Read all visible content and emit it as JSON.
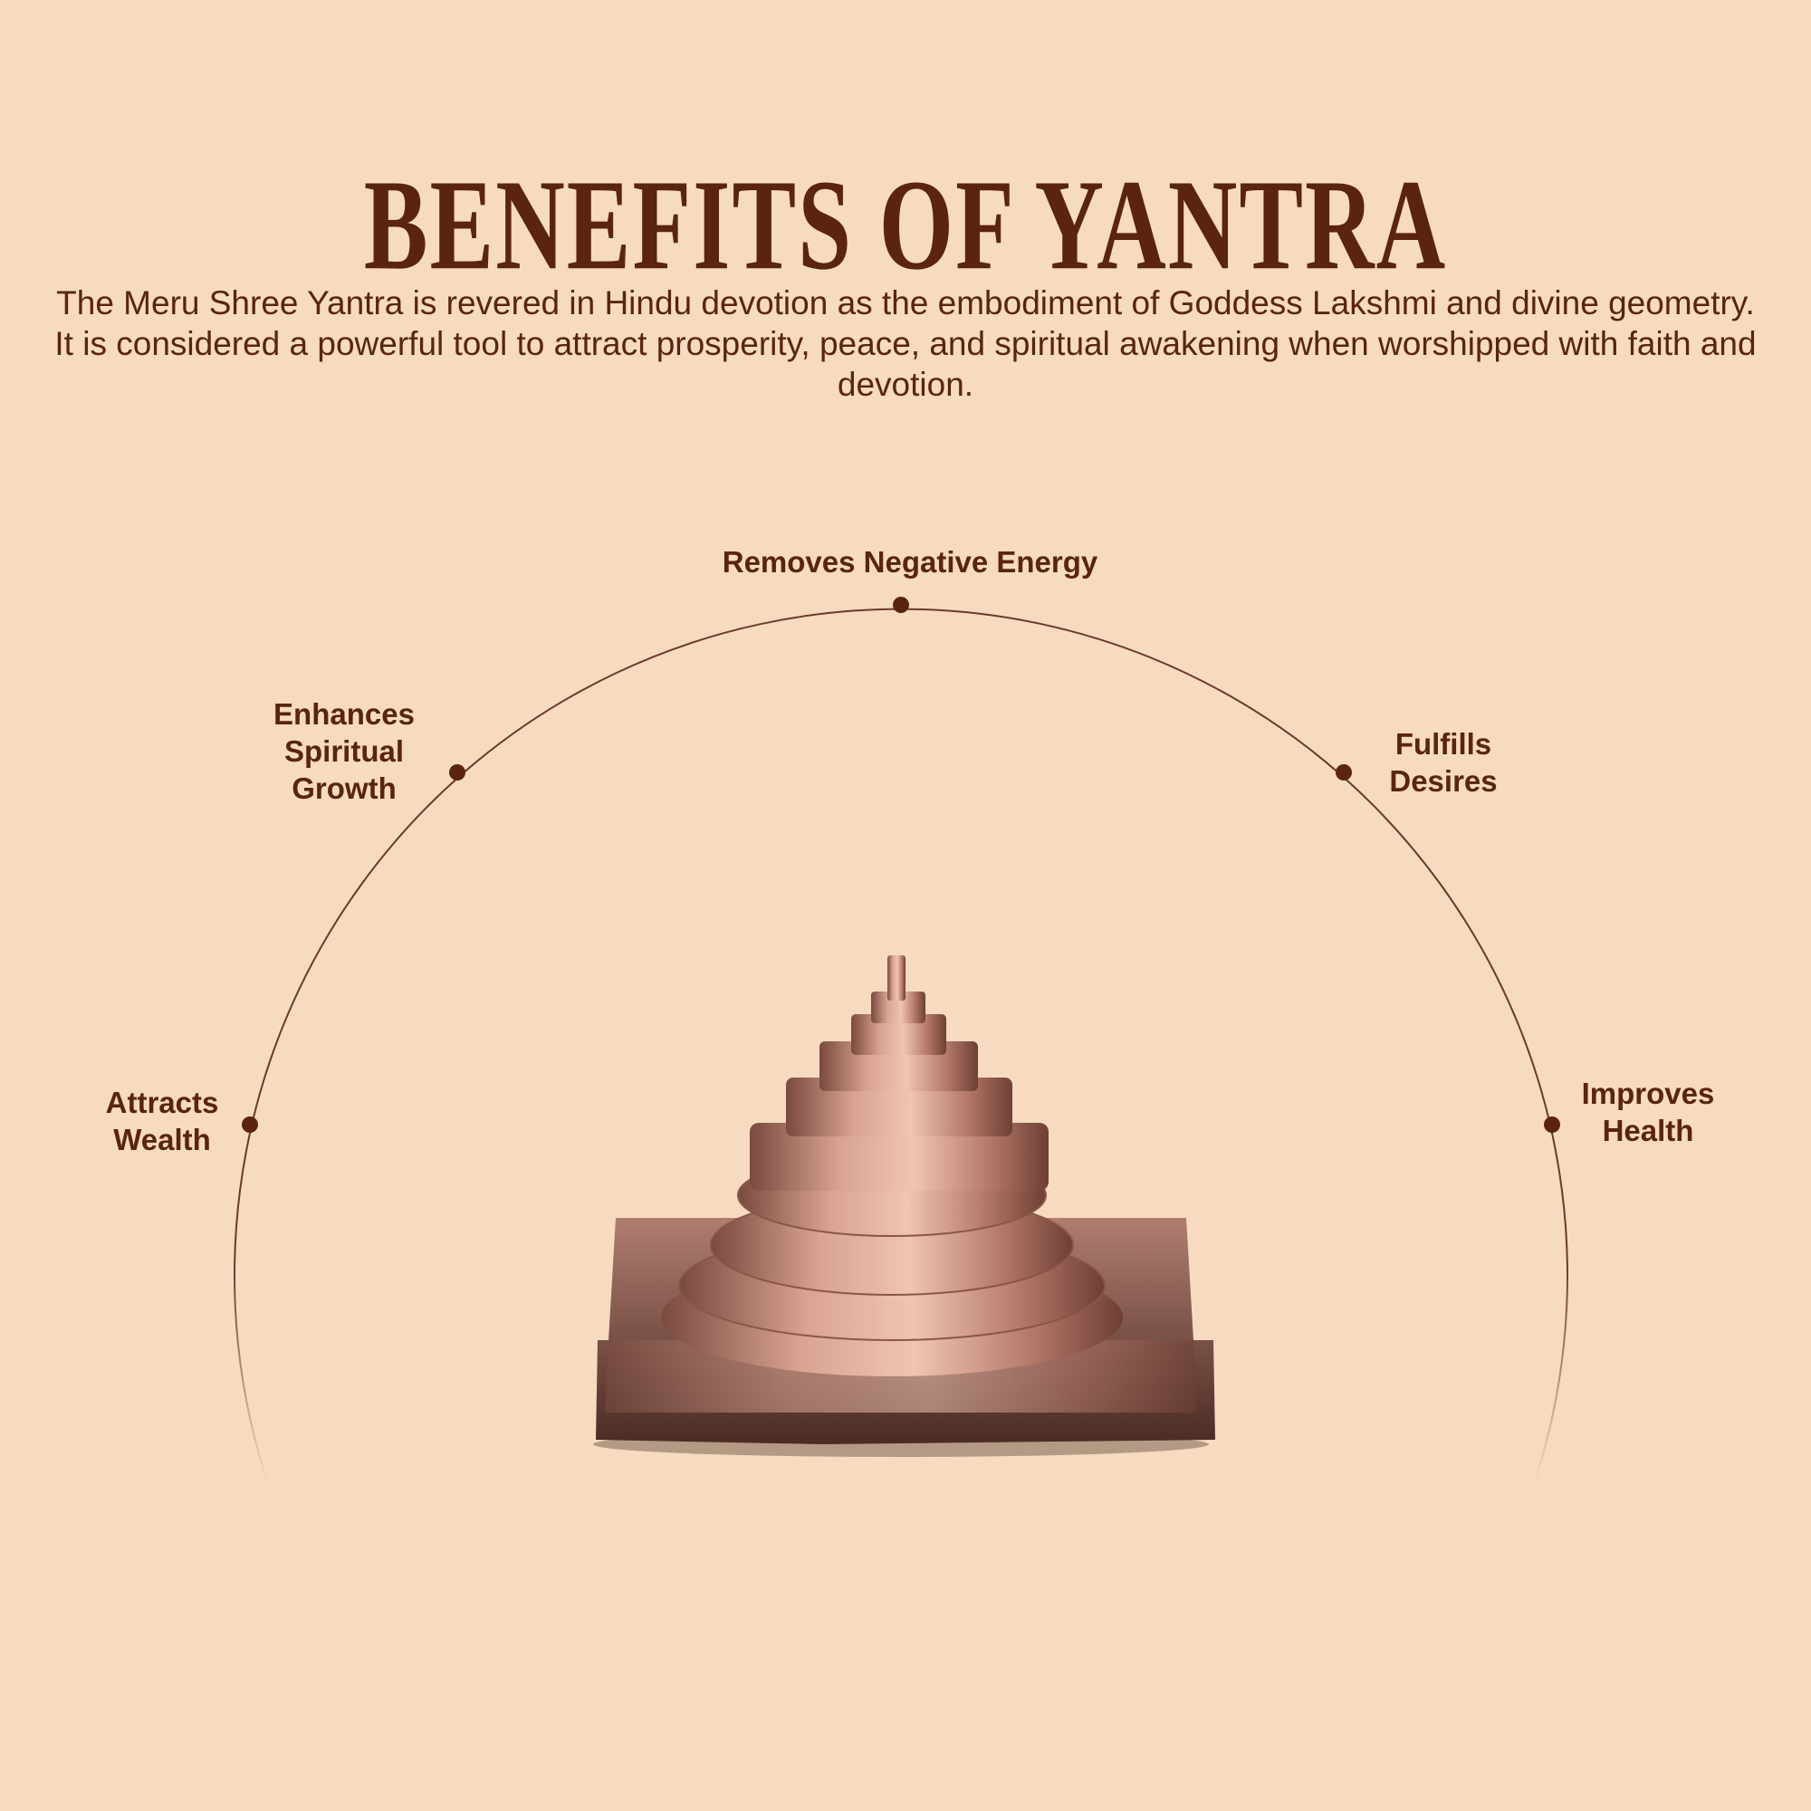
{
  "header": {
    "title": "BENEFITS OF YANTRA",
    "description": "The Meru Shree Yantra is revered in Hindu devotion as the embodiment of Goddess Lakshmi and divine geometry. It is considered a powerful tool to attract prosperity, peace, and spiritual awakening when worshipped with faith and devotion."
  },
  "benefits": [
    {
      "label": "Removes Negative Energy"
    },
    {
      "label": "Enhances Spiritual Growth"
    },
    {
      "label": "Fulfills Desires"
    },
    {
      "label": "Attracts Wealth"
    },
    {
      "label": "Improves Health"
    }
  ],
  "colors": {
    "background": "#f6dbc1",
    "text": "#5a2411",
    "copper": "#c98a78"
  }
}
